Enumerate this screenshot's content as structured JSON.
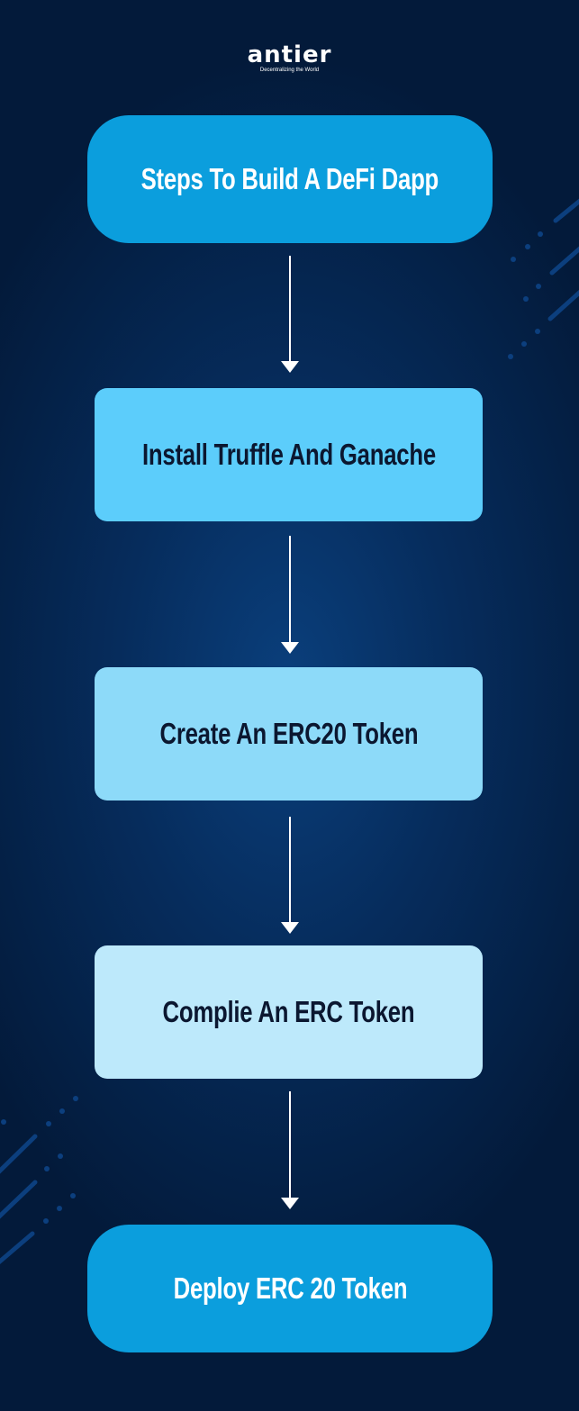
{
  "logo": {
    "name": "antier",
    "tagline": "Decentralizing the World"
  },
  "steps": [
    {
      "label": "Steps To Build A DeFi Dapp",
      "color": "#0b9edd"
    },
    {
      "label": "Install Truffle And Ganache",
      "color": "#5ccdfb"
    },
    {
      "label": "Create An ERC20 Token",
      "color": "#8ddaf9"
    },
    {
      "label": "Complie An ERC Token",
      "color": "#bde9fb"
    },
    {
      "label": "Deploy ERC 20 Token",
      "color": "#0b9edd"
    }
  ]
}
